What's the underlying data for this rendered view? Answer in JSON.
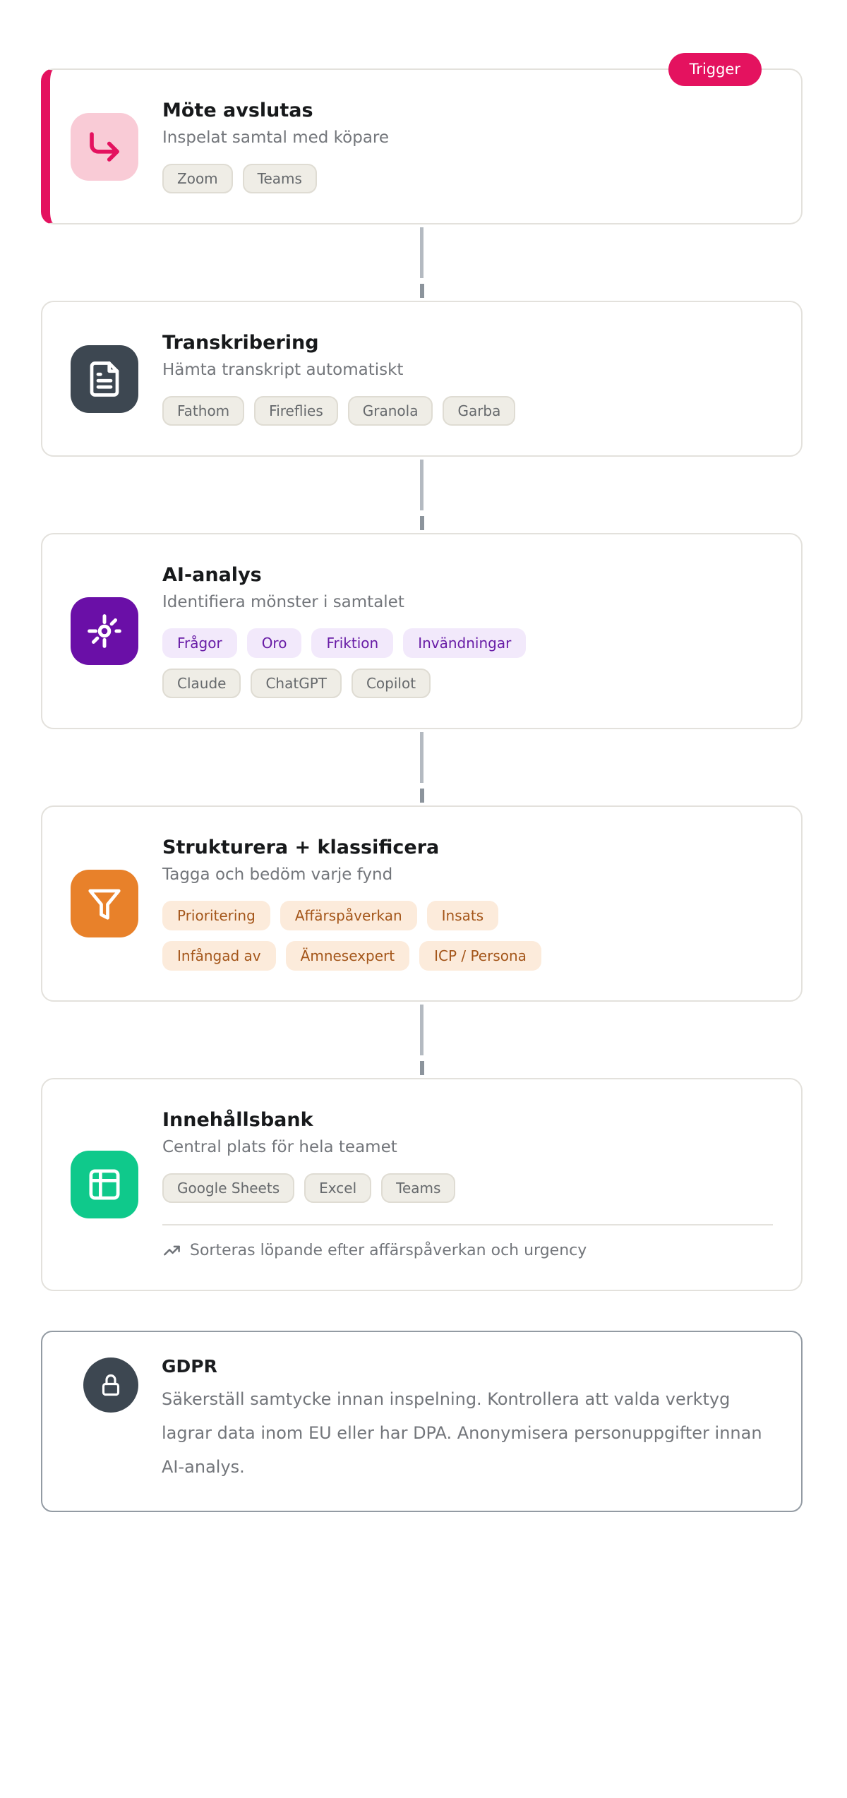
{
  "trigger_badge": "Trigger",
  "steps": [
    {
      "title": "Möte avslutas",
      "subtitle": "Inspelat samtal med köpare",
      "icon": "corner-down-right-icon",
      "accent_color": "#e4125f",
      "tags": [
        "Zoom",
        "Teams"
      ]
    },
    {
      "title": "Transkribering",
      "subtitle": "Hämta transkript automatiskt",
      "icon": "file-text-icon",
      "accent_color": "#3d4751",
      "tags": [
        "Fathom",
        "Fireflies",
        "Granola",
        "Garba"
      ]
    },
    {
      "title": "AI-analys",
      "subtitle": "Identifiera mönster i samtalet",
      "icon": "sparkle-icon",
      "accent_color": "#6a0fa7",
      "highlight_tags": [
        "Frågor",
        "Oro",
        "Friktion",
        "Invändningar"
      ],
      "tags": [
        "Claude",
        "ChatGPT",
        "Copilot"
      ]
    },
    {
      "title": "Strukturera + klassificera",
      "subtitle": "Tagga och bedöm varje fynd",
      "icon": "filter-icon",
      "accent_color": "#e8812a",
      "highlight_tags": [
        "Prioritering",
        "Affärspåverkan",
        "Insats",
        "Infångad av",
        "Ämnesexpert",
        "ICP / Persona"
      ]
    },
    {
      "title": "Innehållsbank",
      "subtitle": "Central plats för hela teamet",
      "icon": "table-icon",
      "accent_color": "#0fc98b",
      "tags": [
        "Google Sheets",
        "Excel",
        "Teams"
      ],
      "footnote": "Sorteras löpande efter affärspåverkan och urgency",
      "footnote_icon": "trending-up-icon"
    }
  ],
  "note": {
    "title": "GDPR",
    "icon": "lock-icon",
    "body": "Säkerställ samtycke innan inspelning. Kontrollera att valda verktyg lagrar data inom EU eller har DPA. Anonymisera personuppgifter innan AI-analys."
  },
  "colors": {
    "accent_pink": "#e4125f",
    "slate": "#3d4751",
    "purple": "#6a0fa7",
    "orange": "#e8812a",
    "green": "#0fc98b",
    "purple_chip_bg": "#f2e9fb",
    "orange_chip_bg": "#fcebdb",
    "neutral_chip_bg": "#efede6",
    "card_border": "#e3e1dc",
    "note_border": "#939ba3",
    "connector": "#b4bac1"
  }
}
